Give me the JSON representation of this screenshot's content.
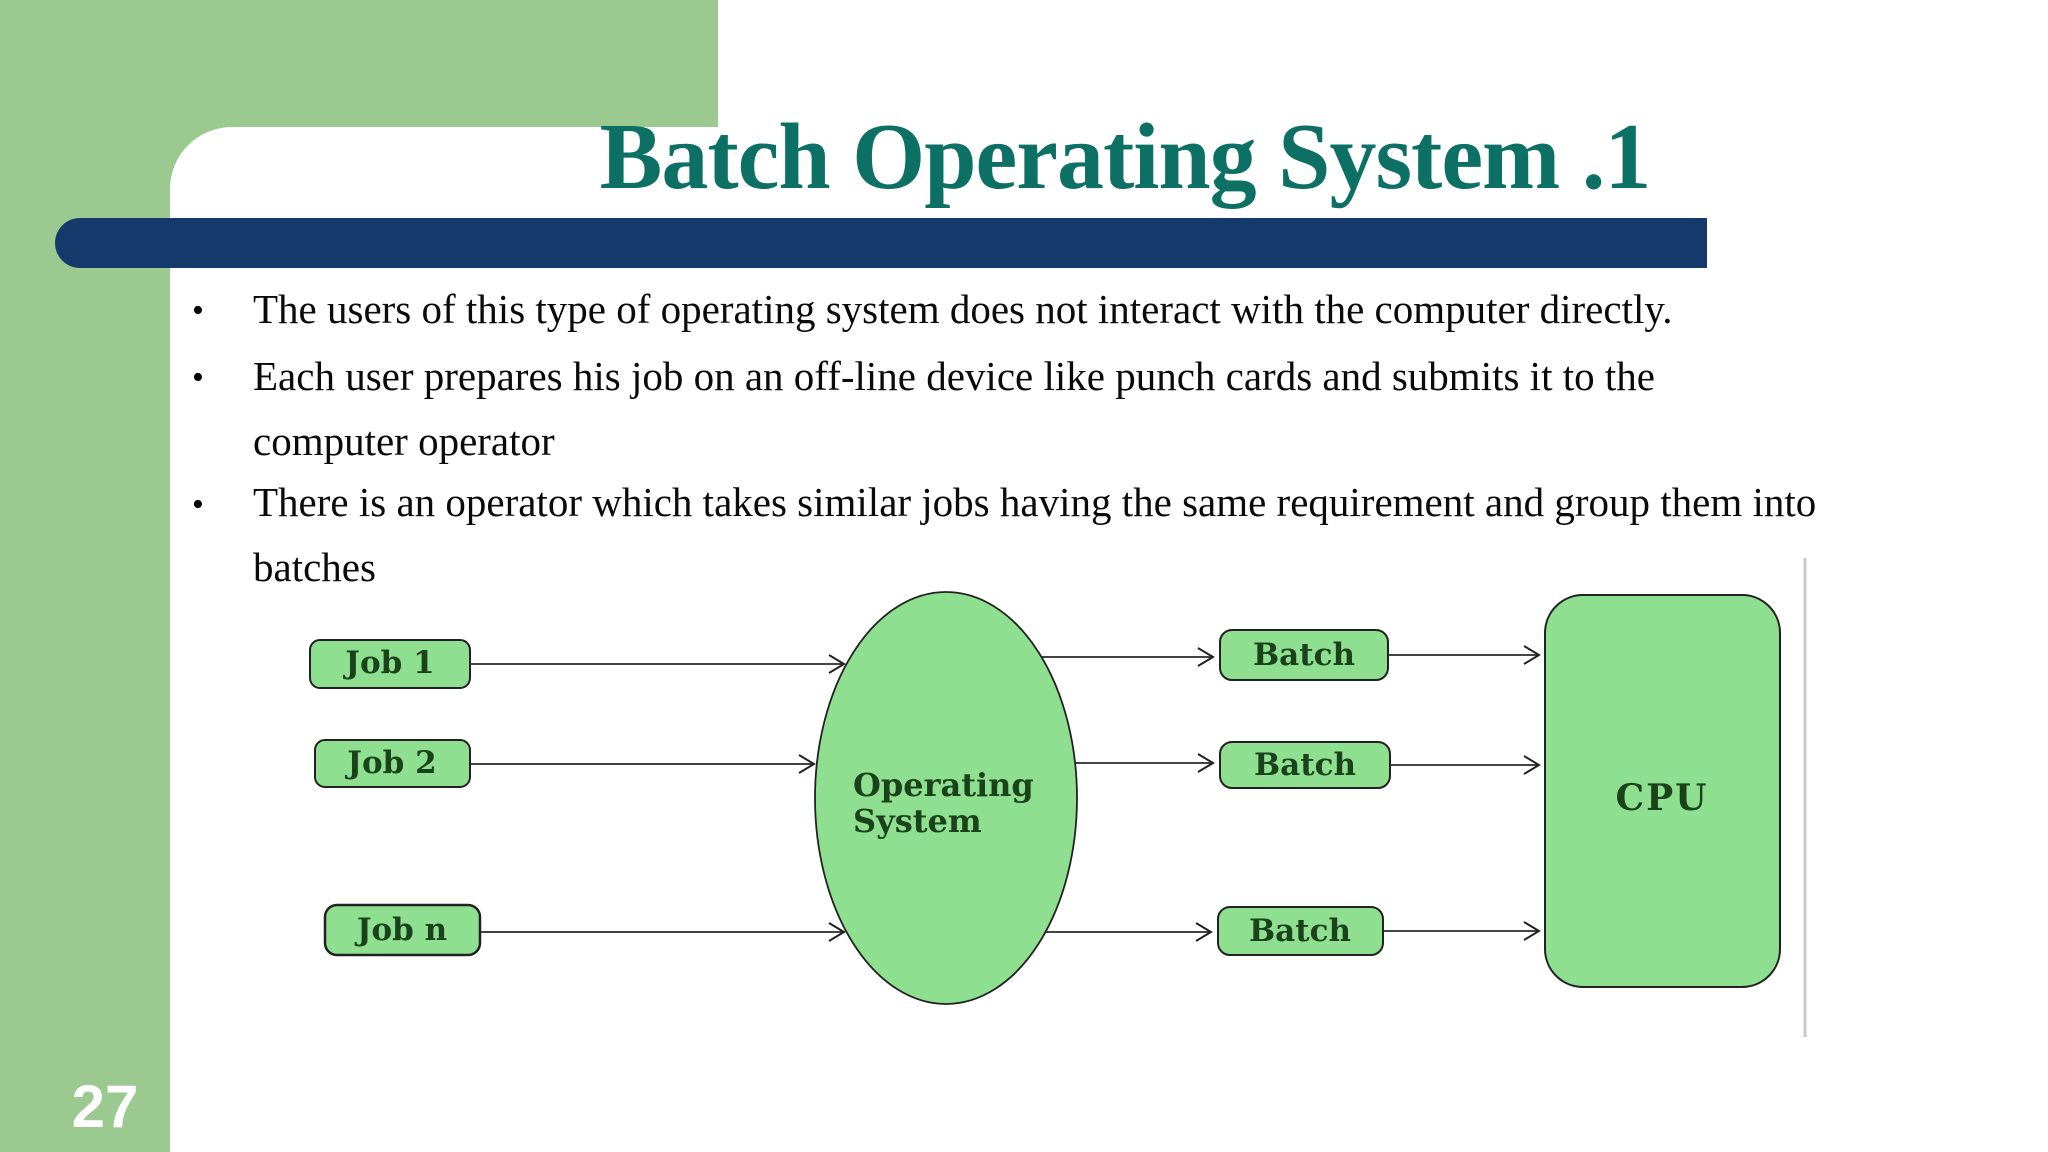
{
  "slide": {
    "title": "Batch Operating System .1",
    "page_number": "27",
    "bullet_marker": "•",
    "bullets": [
      {
        "lines": [
          "The users of this type of operating system does not interact with the computer directly."
        ]
      },
      {
        "lines": [
          "Each user prepares his job on an off-line device like punch cards and submits it to the",
          "computer operator"
        ]
      },
      {
        "lines": [
          "There is an operator which takes similar jobs having the same requirement and group them into",
          "batches"
        ]
      }
    ]
  },
  "diagram": {
    "type": "flow-diagram",
    "jobs": [
      "Job 1",
      "Job 2",
      "Job n"
    ],
    "os_label_line1": "Operating",
    "os_label_line2": "System",
    "batches": [
      "Batch",
      "Batch",
      "Batch"
    ],
    "cpu_label": "CPU"
  },
  "colors": {
    "sidebar_green": "#9bc98f",
    "node_green": "#8fdf90",
    "title_teal": "#0d7065",
    "bar_navy": "#16396b",
    "node_border": "#222222",
    "node_text": "#1b431b"
  }
}
